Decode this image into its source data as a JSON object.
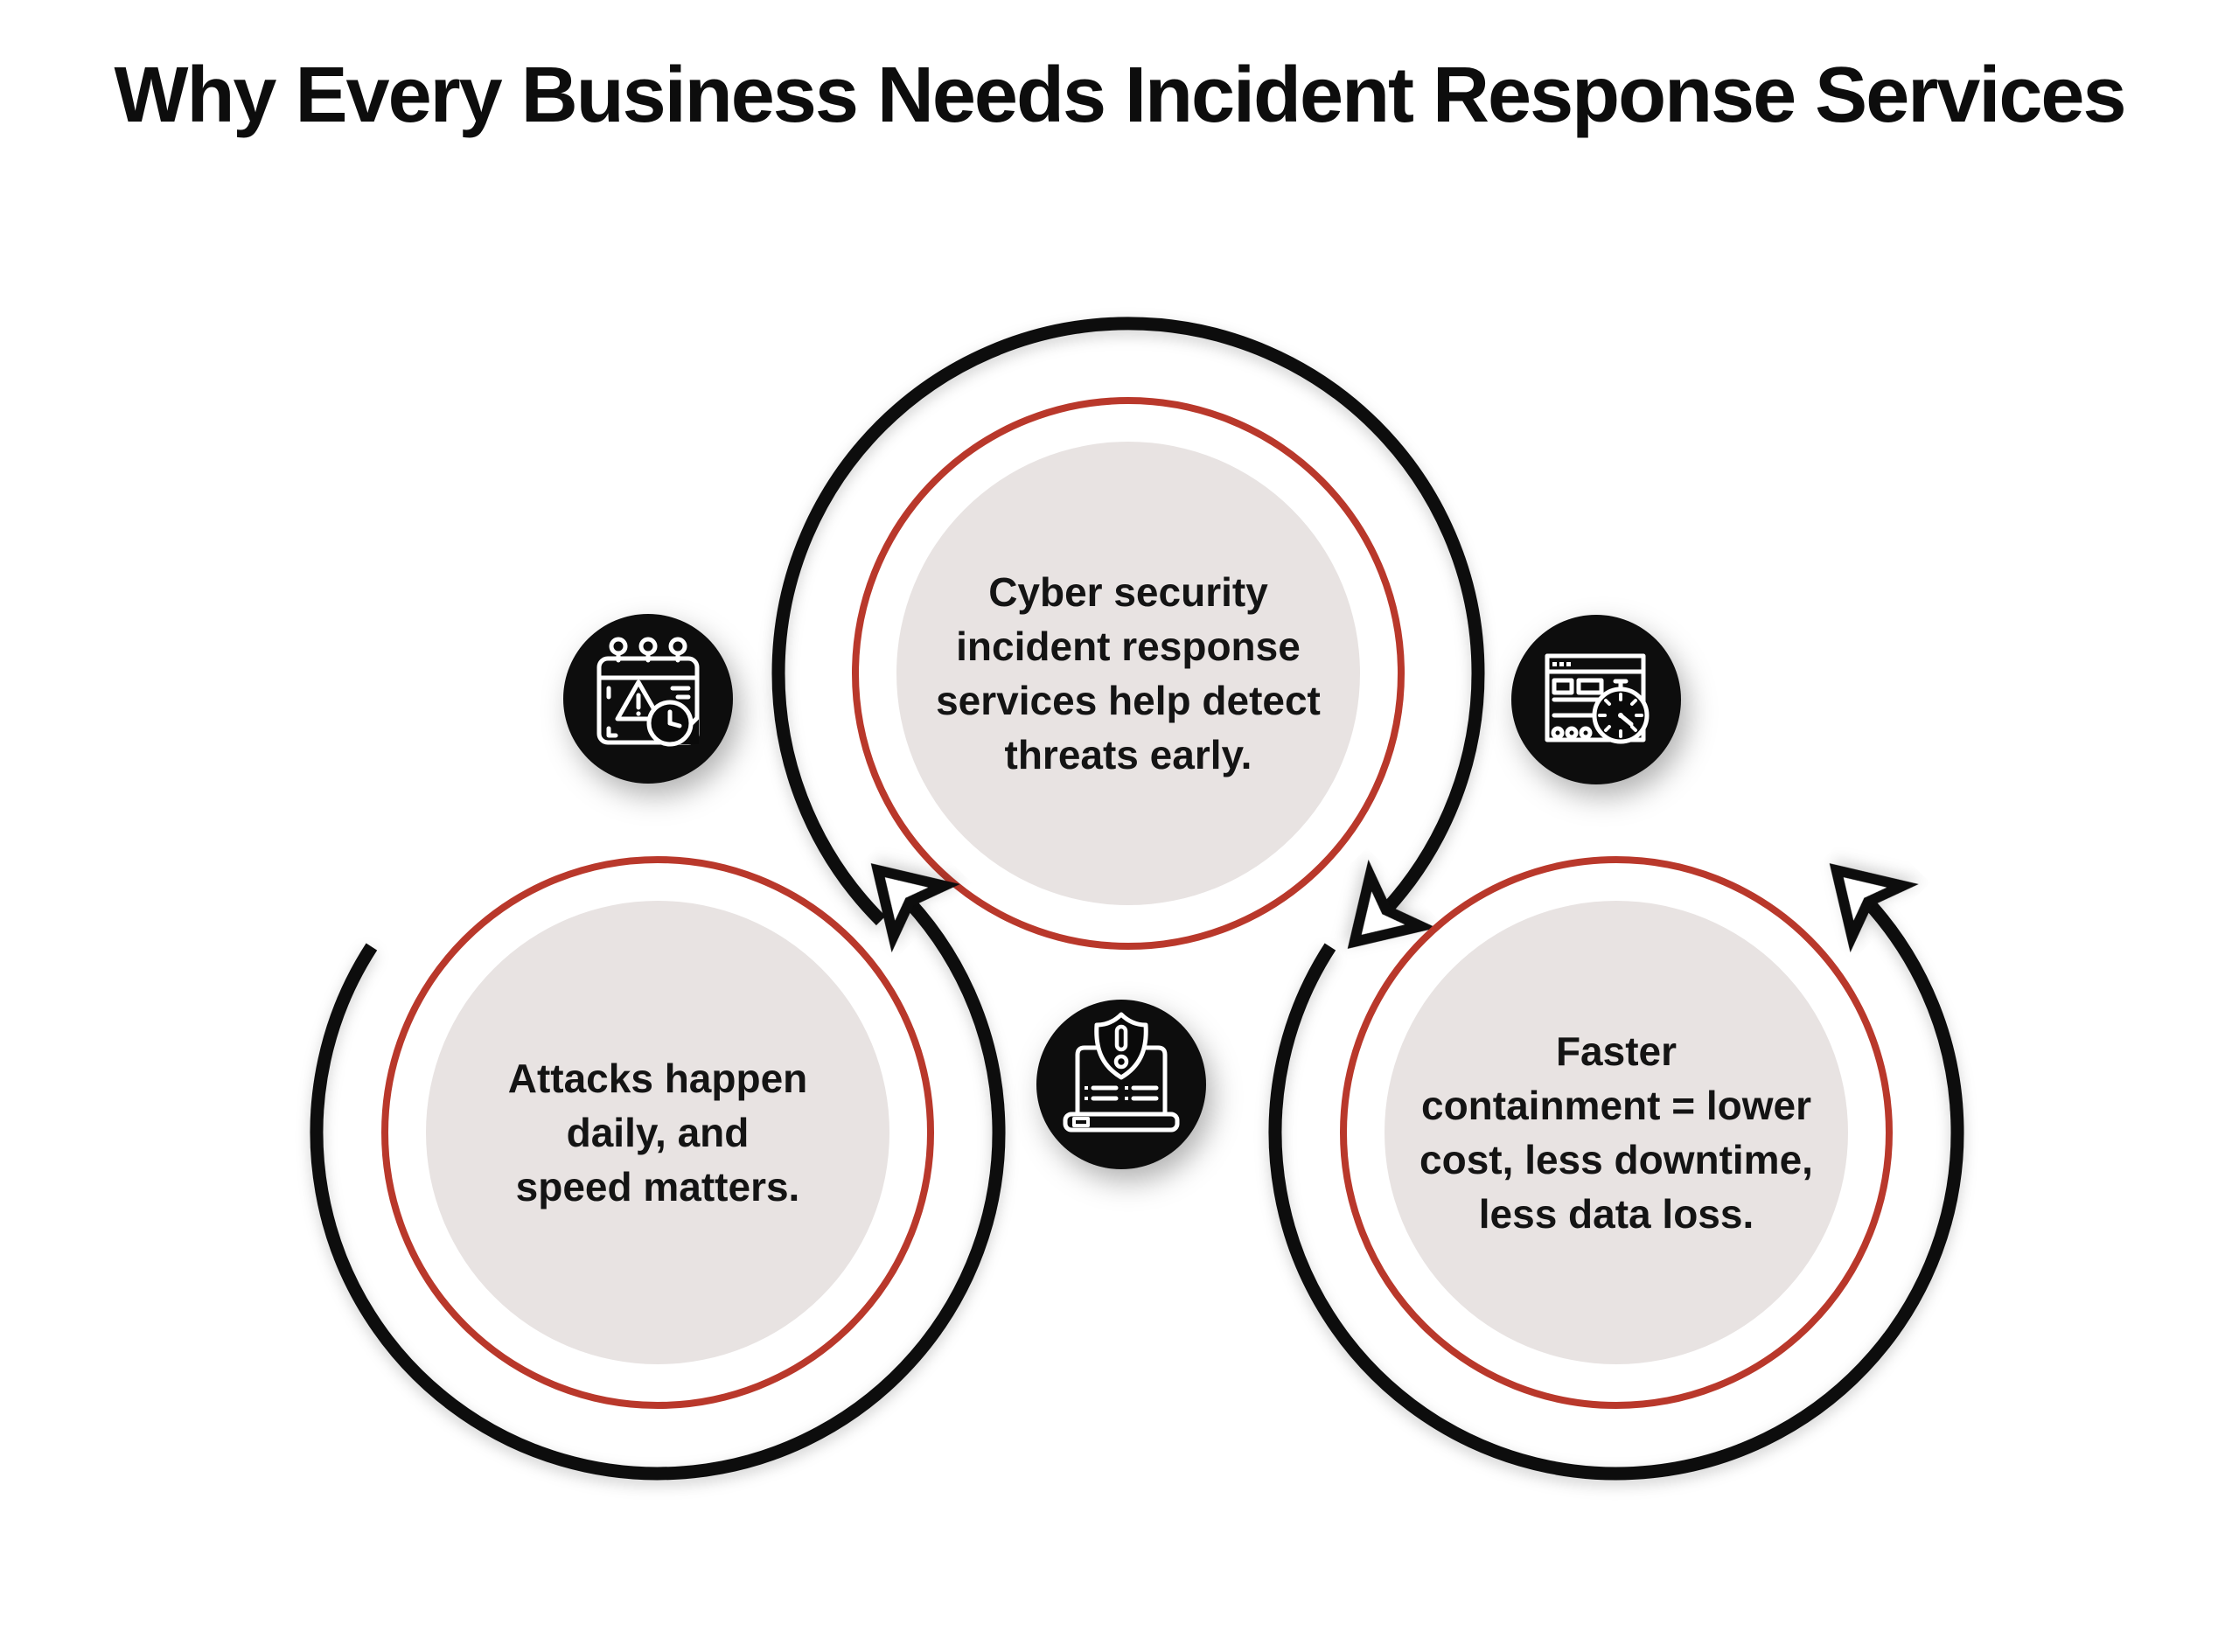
{
  "title": "Why Every Business Needs Incident Response Services",
  "colors": {
    "background": "#FFFFFF",
    "accent_red": "#B9382B",
    "disc_fill": "#E8E3E2",
    "ink": "#111111",
    "icon_background": "#0A0A0A",
    "icon_stroke": "#FFFFFF"
  },
  "nodes": {
    "top": {
      "text": "Cyber security\nincident response\nservices help detect\nthreats early."
    },
    "bottom_left": {
      "text": "Attacks happen\ndaily, and\nspeed matters."
    },
    "bottom_right": {
      "text": "Faster\ncontainment = lower\ncost, less downtime,\nless data loss."
    }
  },
  "icons": {
    "left": "calendar-alert-clock-icon",
    "right": "webpage-speed-stopwatch-icon",
    "center": "laptop-shield-alert-icon"
  }
}
